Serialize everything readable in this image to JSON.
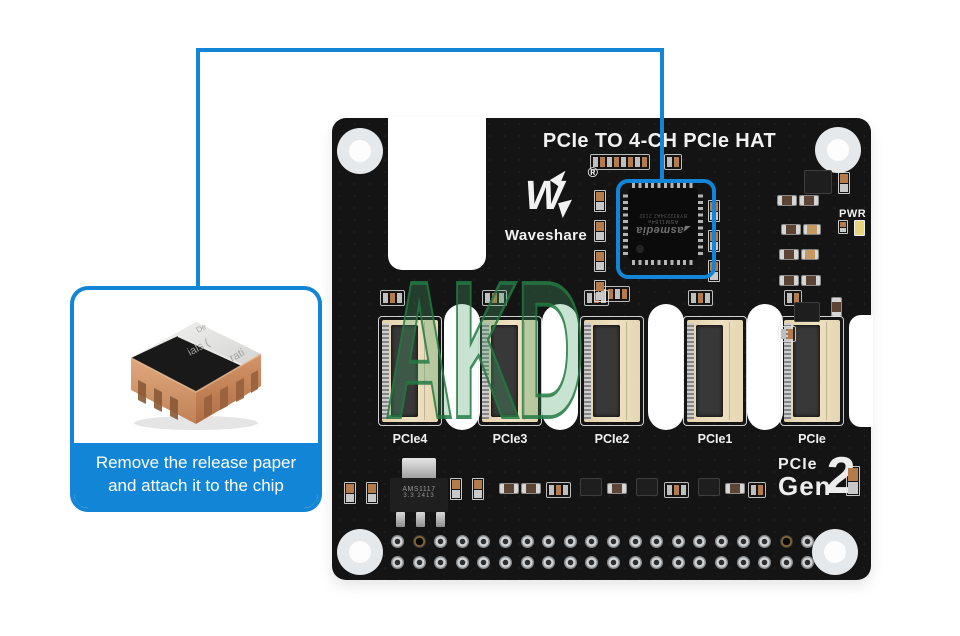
{
  "colors": {
    "accent_blue": "#1385d6",
    "pcb_black": "#141414",
    "watermark_green": "#2f9053",
    "copper": "#d9a078",
    "silkscreen_white": "#f1f1f1"
  },
  "callout": {
    "instruction_line1": "Remove the release paper",
    "instruction_line2": "and attach it to the chip",
    "paper_fragments": [
      "De",
      "ials (",
      "rati"
    ]
  },
  "board": {
    "title": "PCIe TO 4-CH PCIe HAT",
    "brand": {
      "name": "Waveshare",
      "registered_mark": "®"
    },
    "chip": {
      "logo_glyph": "◢",
      "brand": "asmedia",
      "model": "ASM1184e",
      "batch_code": "BY832234A2 2132"
    },
    "pwr_label": "PWR",
    "connector_labels": [
      "PCIe4",
      "PCIe3",
      "PCIe2",
      "PCIe1",
      "PCIe"
    ],
    "gen_badge": {
      "top": "PCIe",
      "bottom": "Gen",
      "number": "2"
    },
    "regulator": {
      "line1": "AMS1117",
      "line2": "3.3  2413"
    }
  },
  "watermark": {
    "text": "AKD"
  }
}
